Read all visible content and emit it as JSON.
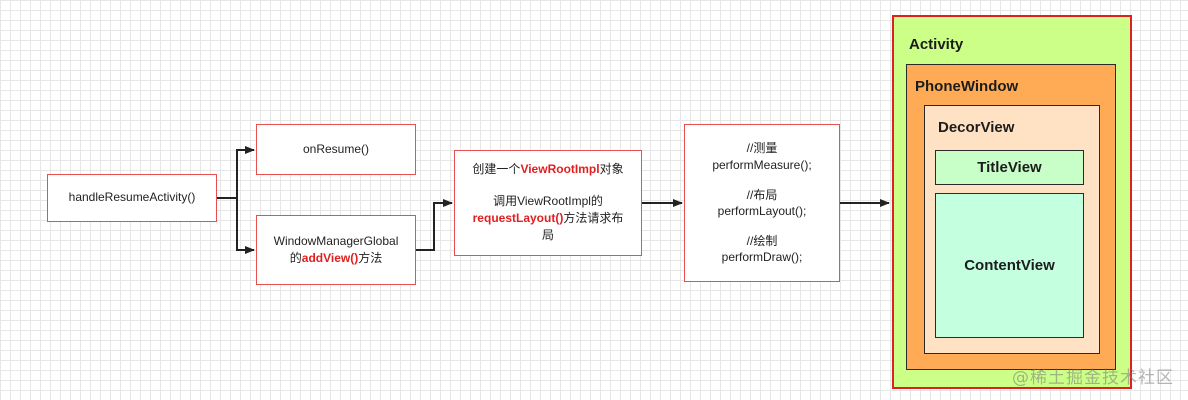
{
  "flow": {
    "handle": "handleResumeActivity()",
    "on_resume": "onResume()",
    "wmg_line1": "WindowManagerGlobal",
    "wmg_prefix": "的",
    "wmg_bold": "addView()",
    "wmg_suffix": "方法",
    "vri_line1_prefix": "创建一个",
    "vri_line1_bold": "ViewRootImpl",
    "vri_line1_suffix": "对象",
    "vri_line2": "调用ViewRootImpl的",
    "vri_line3_bold": "requestLayout()",
    "vri_line3_suffix": "方法请求布",
    "vri_line4": "局",
    "measure_comment": "//测量",
    "measure_call": "performMeasure();",
    "layout_comment": "//布局",
    "layout_call": "performLayout();",
    "draw_comment": "//绘制",
    "draw_call": "performDraw();"
  },
  "hierarchy": {
    "activity": "Activity",
    "phone_window": "PhoneWindow",
    "decor_view": "DecorView",
    "title_view": "TitleView",
    "content_view": "ContentView"
  },
  "watermark": "@稀土掘金技术社区",
  "colors": {
    "box_border": "#e85050",
    "highlight_text": "#e01f1f",
    "activity_fill": "#ccff88",
    "activity_border": "#e02020",
    "phone_window_fill": "#ffaa55",
    "decor_view_fill": "#ffe1c4",
    "title_view_fill": "#c8ffc8",
    "content_view_fill": "#c4ffe0"
  }
}
